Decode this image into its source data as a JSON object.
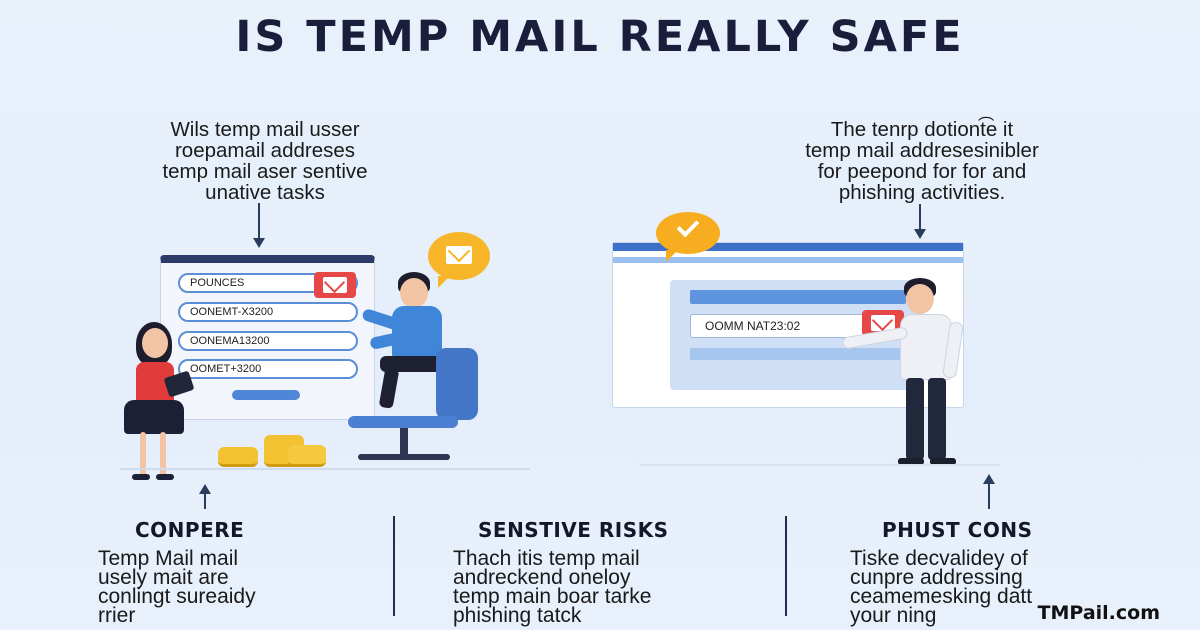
{
  "title": "IS TEMP MAIL REALLY SAFE",
  "top_left_text": [
    "Wils temp mail usser",
    "roepamail addreses",
    "temp mail aser sentive",
    "unative tasks"
  ],
  "top_right_text": [
    "The tenrp dotiont͡e it",
    "temp mail addresesinibler",
    "for peepond for for and",
    "phishing activities."
  ],
  "left_window": {
    "fields": [
      "POUNCES",
      "OONEMT-X3200",
      "OONEMA13200",
      "OOMET+3200"
    ]
  },
  "right_window": {
    "field": "OOMM NAT23:02"
  },
  "columns": [
    {
      "heading": "CONPERE",
      "lines": [
        "Temp Mail mail",
        "usely mait are",
        "conlingt sureaidy",
        "rrier"
      ]
    },
    {
      "heading": "SENSTIVE RISKS",
      "lines": [
        "Thach itis temp mail",
        "andreckend oneloy",
        "temp main boar tarke",
        "phishing tatck"
      ]
    },
    {
      "heading": "PHUST CONS",
      "lines": [
        "Tiske decvalidey of",
        "cunpre addressing",
        "ceamemesking datt",
        "your ning"
      ]
    }
  ],
  "brand": "TMPail.com",
  "colors": {
    "accent_blue": "#3c70c8",
    "mail_red": "#e64848",
    "bubble_yellow": "#f7b52a",
    "title": "#1b1e3a"
  }
}
